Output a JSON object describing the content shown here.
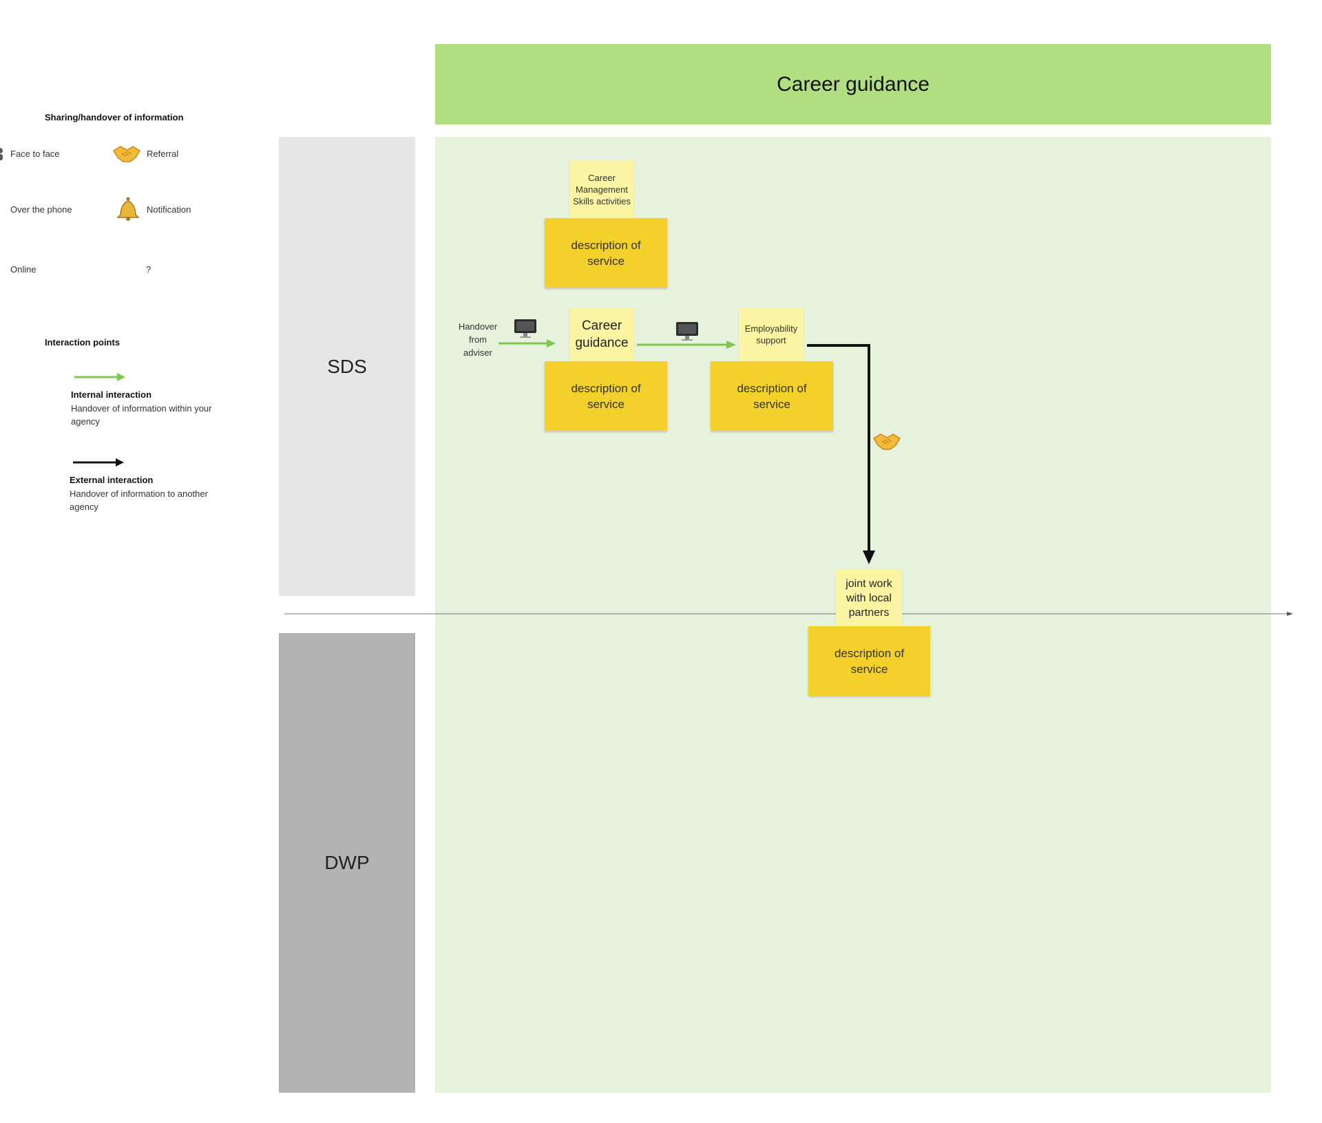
{
  "legend": {
    "sharing_title": "Sharing/handover of information",
    "face_to_face": "Face to face",
    "referral": "Referral",
    "over_the_phone": "Over the phone",
    "notification": "Notification",
    "online": "Online",
    "unknown": "?",
    "interaction_title": "Interaction points",
    "internal_title": "Internal interaction",
    "internal_desc": "Handover of information within your agency",
    "external_title": "External interaction",
    "external_desc": "Handover of information to another agency"
  },
  "header": {
    "title": "Career guidance"
  },
  "lanes": {
    "sds": "SDS",
    "dwp": "DWP"
  },
  "flow": {
    "handover_note": "Handover from adviser",
    "notes": {
      "cms": "Career Management Skills activities",
      "career_guidance": "Career guidance",
      "employability": "Employability support",
      "joint_work": "joint work with local partners"
    },
    "service_description": "description of service"
  },
  "colors": {
    "header": "#b2de82",
    "canvas": "#e7f2dc",
    "sticky_light": "#fbf5a3",
    "sticky_dark": "#f4d02a",
    "internal_arrow": "#7ec850",
    "external_arrow": "#111111"
  },
  "icons": {
    "face_to_face": "person-icon",
    "referral": "handshake-icon",
    "over_the_phone": "phone-icon",
    "notification": "bell-icon",
    "online": "computer-icon"
  }
}
